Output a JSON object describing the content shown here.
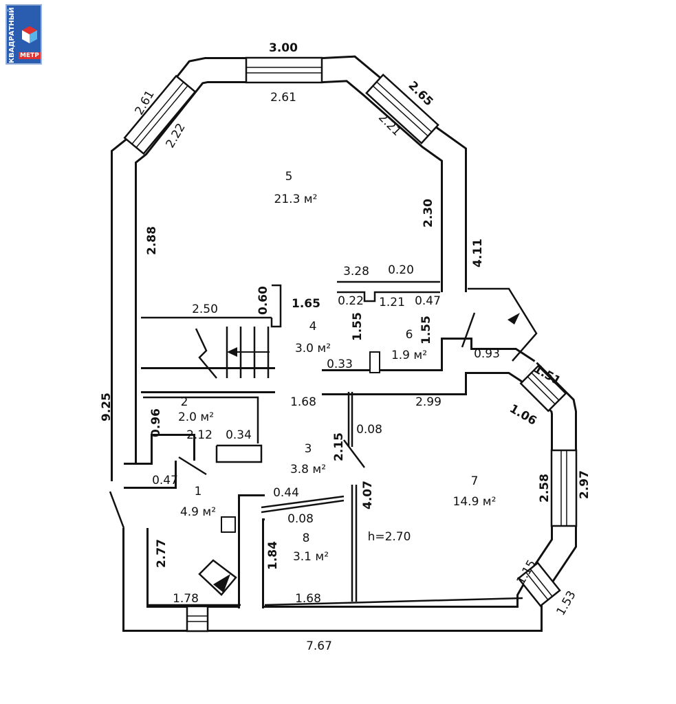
{
  "logo": {
    "line1": "КВАДРАТНЫЙ",
    "line2": "МЕТР",
    "colors": {
      "blue": "#2a5db0",
      "red": "#e03030",
      "light_blue": "#5ab4e8"
    }
  },
  "rooms": [
    {
      "number": "5",
      "area": "21.3 м²"
    },
    {
      "number": "4",
      "area": "3.0 м²"
    },
    {
      "number": "6",
      "area": "1.9 м²"
    },
    {
      "number": "2",
      "area": "2.0 м²"
    },
    {
      "number": "3",
      "area": "3.8 м²"
    },
    {
      "number": "1",
      "area": "4.9 м²"
    },
    {
      "number": "8",
      "area": "3.1 м²"
    },
    {
      "number": "7",
      "area": "14.9 м²"
    }
  ],
  "ceiling_height": "h=2.70",
  "dimensions": [
    "3.00",
    "2.61",
    "2.61",
    "2.22",
    "2.65",
    "2.21",
    "2.30",
    "4.11",
    "2.88",
    "3.28",
    "0.20",
    "0.22",
    "1.21",
    "0.47",
    "1.65",
    "0.60",
    "2.50",
    "1.55",
    "1.55",
    "0.33",
    "0.93",
    "1.51",
    "1.06",
    "9.25",
    "1.68",
    "2.99",
    "0.96",
    "2.12",
    "0.34",
    "2.15",
    "0.08",
    "2.97",
    "2.58",
    "0.47",
    "0.44",
    "4.07",
    "0.08",
    "2.77",
    "1.84",
    "1.68",
    "1.78",
    "1.15",
    "1.53",
    "7.67"
  ],
  "wall_color": "#111111"
}
